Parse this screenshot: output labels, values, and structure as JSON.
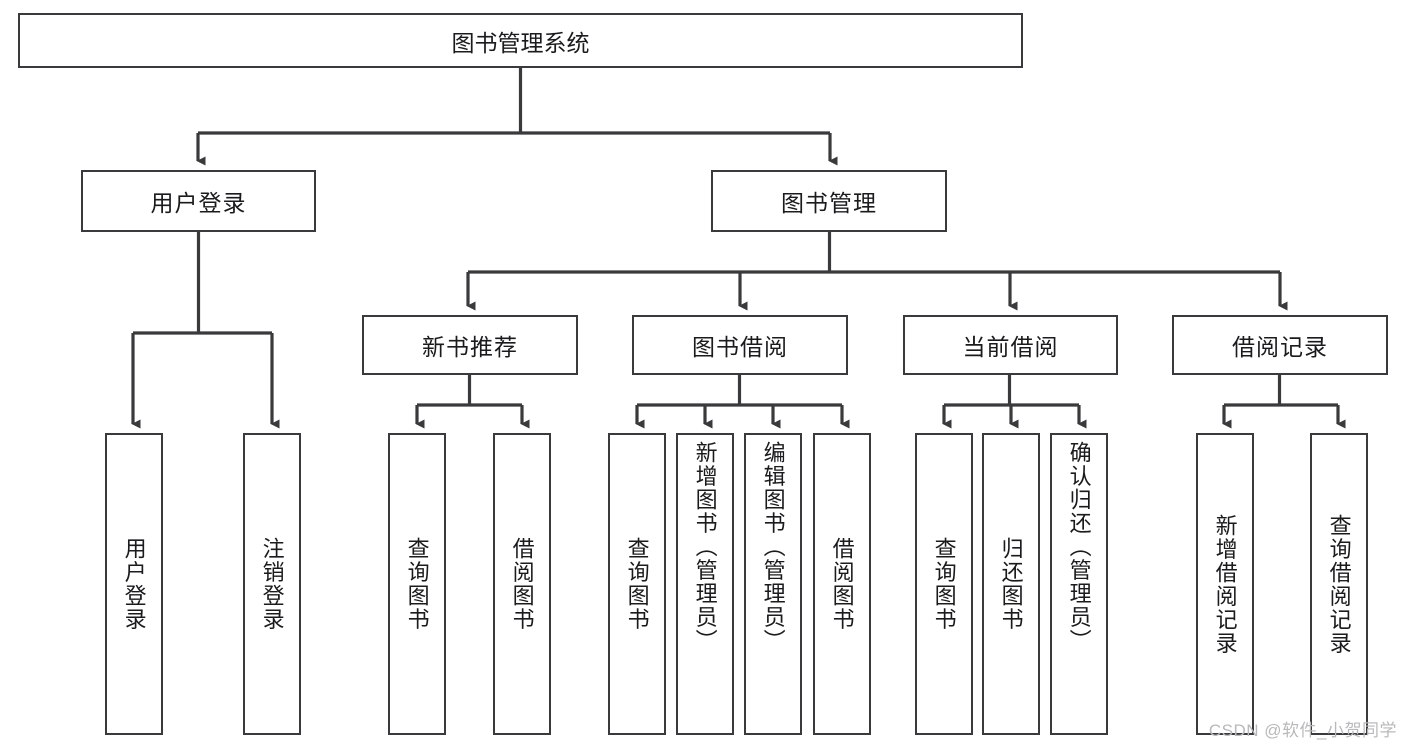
{
  "diagram": {
    "title": "图书管理系统",
    "type": "tree-hierarchy-chart",
    "colors": {
      "background": "#ffffff",
      "box_border": "#3a3a3c",
      "connector": "#3a3a3c",
      "text": "#1b1b1d",
      "watermark": "#b9b9bb"
    },
    "root": {
      "label": "图书管理系统"
    },
    "level2": [
      {
        "label": "用户登录"
      },
      {
        "label": "图书管理"
      }
    ],
    "level3": [
      {
        "label": "新书推荐"
      },
      {
        "label": "图书借阅"
      },
      {
        "label": "当前借阅"
      },
      {
        "label": "借阅记录"
      }
    ],
    "leaves": {
      "user_login": [
        {
          "label": "用户登录"
        },
        {
          "label": "注销登录"
        }
      ],
      "new_book_recommend": [
        {
          "label": "查询图书"
        },
        {
          "label": "借阅图书"
        }
      ],
      "book_borrow": [
        {
          "label": "查询图书"
        },
        {
          "label": "新增图书（管理员）"
        },
        {
          "label": "编辑图书（管理员）"
        },
        {
          "label": "借阅图书"
        }
      ],
      "current_borrow": [
        {
          "label": "查询图书"
        },
        {
          "label": "归还图书"
        },
        {
          "label": "确认归还（管理员）"
        }
      ],
      "borrow_record": [
        {
          "label": "新增借阅记录"
        },
        {
          "label": "查询借阅记录"
        }
      ]
    }
  },
  "watermark": {
    "text": "CSDN @软件_小贺同学"
  }
}
